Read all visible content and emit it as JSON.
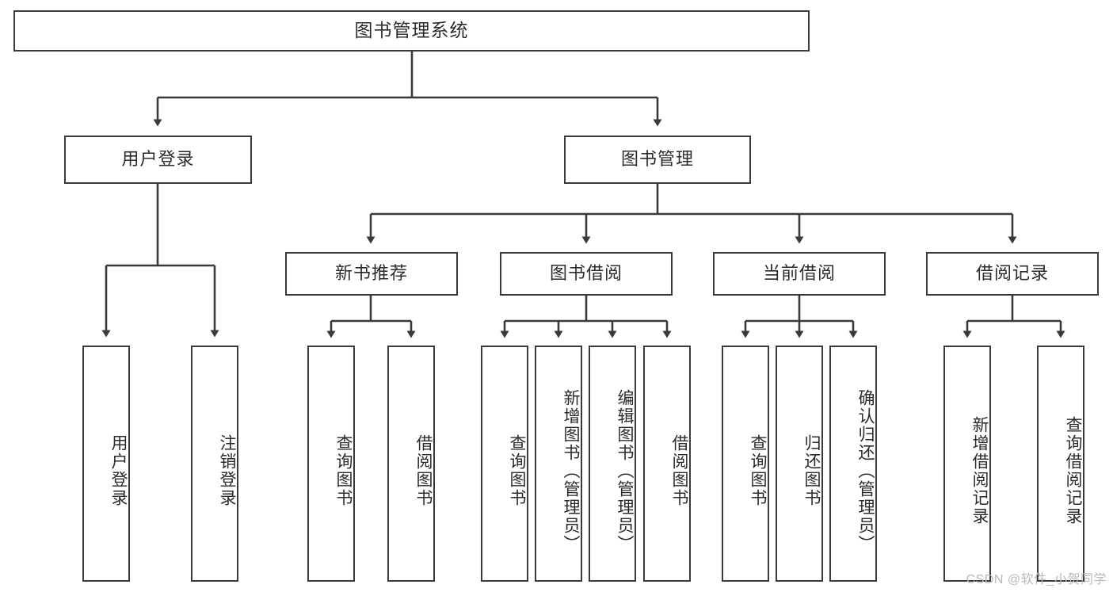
{
  "diagram": {
    "title": "图书管理系统",
    "type": "tree-hierarchy-chart",
    "root": {
      "label": "图书管理系统"
    },
    "level2": [
      {
        "label": "用户登录"
      },
      {
        "label": "图书管理"
      }
    ],
    "level3": [
      {
        "label": "新书推荐"
      },
      {
        "label": "图书借阅"
      },
      {
        "label": "当前借阅"
      },
      {
        "label": "借阅记录"
      }
    ],
    "leaves": {
      "user_login": [
        {
          "label": "用户登录"
        },
        {
          "label": "注销登录"
        }
      ],
      "new_book_recommend": [
        {
          "label": "查询图书"
        },
        {
          "label": "借阅图书"
        }
      ],
      "book_borrow": [
        {
          "label": "查询图书"
        },
        {
          "label": "新增图书（管理员）"
        },
        {
          "label": "编辑图书（管理员）"
        },
        {
          "label": "借阅图书"
        }
      ],
      "current_borrow": [
        {
          "label": "查询图书"
        },
        {
          "label": "归还图书"
        },
        {
          "label": "确认归还（管理员）"
        }
      ],
      "borrow_record": [
        {
          "label": "新增借阅记录"
        },
        {
          "label": "查询借阅记录"
        }
      ]
    }
  },
  "watermark": {
    "text": "CSDN @软件_小贺同学"
  },
  "colors": {
    "border": "#3a3a3a",
    "text": "#2b2b2b",
    "background": "#ffffff",
    "watermark": "#b9b9b9"
  }
}
